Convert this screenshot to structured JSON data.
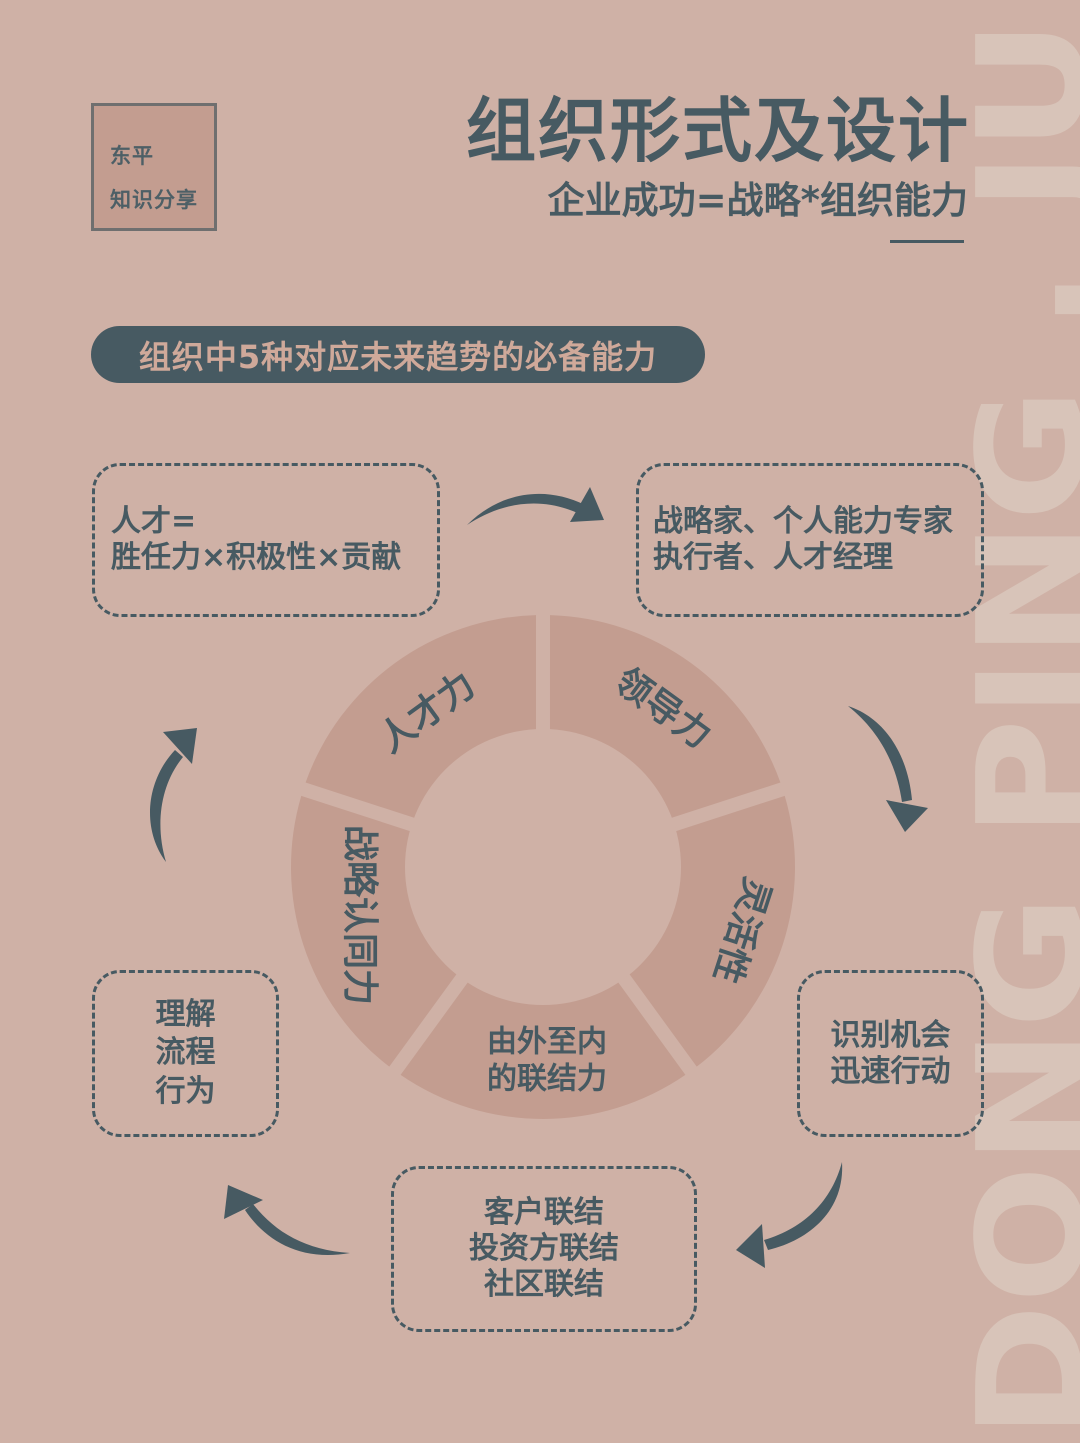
{
  "brand": {
    "line1": "东平",
    "line2": "知识分享",
    "watermark": "DONG PING . JU"
  },
  "header": {
    "title": "组织形式及设计",
    "subtitle": "企业成功=战略*组织能力"
  },
  "section": {
    "heading": "组织中5种对应未来趋势的必备能力"
  },
  "ring": {
    "segments": [
      {
        "id": "talent",
        "label": "人才力"
      },
      {
        "id": "leadership",
        "label": "领导力"
      },
      {
        "id": "agility",
        "label": "灵活性"
      },
      {
        "id": "connection",
        "label_line1": "由外至内",
        "label_line2": "的联结力"
      },
      {
        "id": "strategy",
        "label": "战略认同力"
      }
    ],
    "colors": {
      "segment": "#c39d90",
      "center": "#cfb1a6",
      "text": "#475a62"
    }
  },
  "boxes": {
    "talent": {
      "line1": "人才=",
      "line2": "胜任力×积极性×贡献"
    },
    "roles": {
      "line1": "战略家、个人能力专家",
      "line2": "执行者、人才经理"
    },
    "opportunity": {
      "line1": "识别机会",
      "line2": "迅速行动"
    },
    "connect": {
      "line1": "客户联结",
      "line2": "投资方联结",
      "line3": "社区联结"
    },
    "process": {
      "line1": "理解",
      "line2": "流程",
      "line3": "行为"
    }
  },
  "colors": {
    "background": "#cfb1a6",
    "accent": "#475a62",
    "segment": "#c39d90",
    "watermark": "#d8c4b9"
  }
}
